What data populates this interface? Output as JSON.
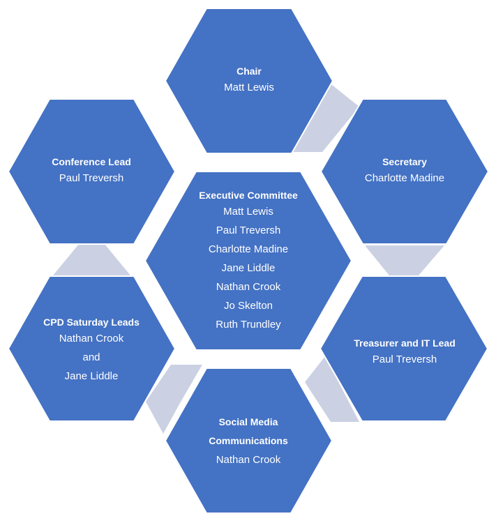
{
  "colors": {
    "hex_fill": "#4472C4",
    "hex_stroke": "#ffffff",
    "connector": "#CBD1E3",
    "text": "#ffffff"
  },
  "nodes": {
    "chair": {
      "title": "Chair",
      "lines": [
        "Matt Lewis"
      ]
    },
    "secretary": {
      "title": "Secretary",
      "lines": [
        "Charlotte Madine"
      ]
    },
    "treasurer": {
      "title": "Treasurer and IT Lead",
      "lines": [
        "Paul Treversh"
      ]
    },
    "social_media": {
      "title": "Social Media Communications",
      "lines": [
        "Nathan Crook"
      ]
    },
    "cpd": {
      "title": "CPD Saturday Leads",
      "lines": [
        "Nathan Crook",
        "and",
        "Jane Liddle"
      ]
    },
    "conference": {
      "title": "Conference Lead",
      "lines": [
        "Paul Treversh"
      ]
    },
    "executive": {
      "title": "Executive Committee",
      "lines": [
        "Matt Lewis",
        "Paul Treversh",
        "Charlotte Madine",
        "Jane Liddle",
        "Nathan Crook",
        "Jo Skelton",
        "Ruth Trundley"
      ]
    }
  }
}
